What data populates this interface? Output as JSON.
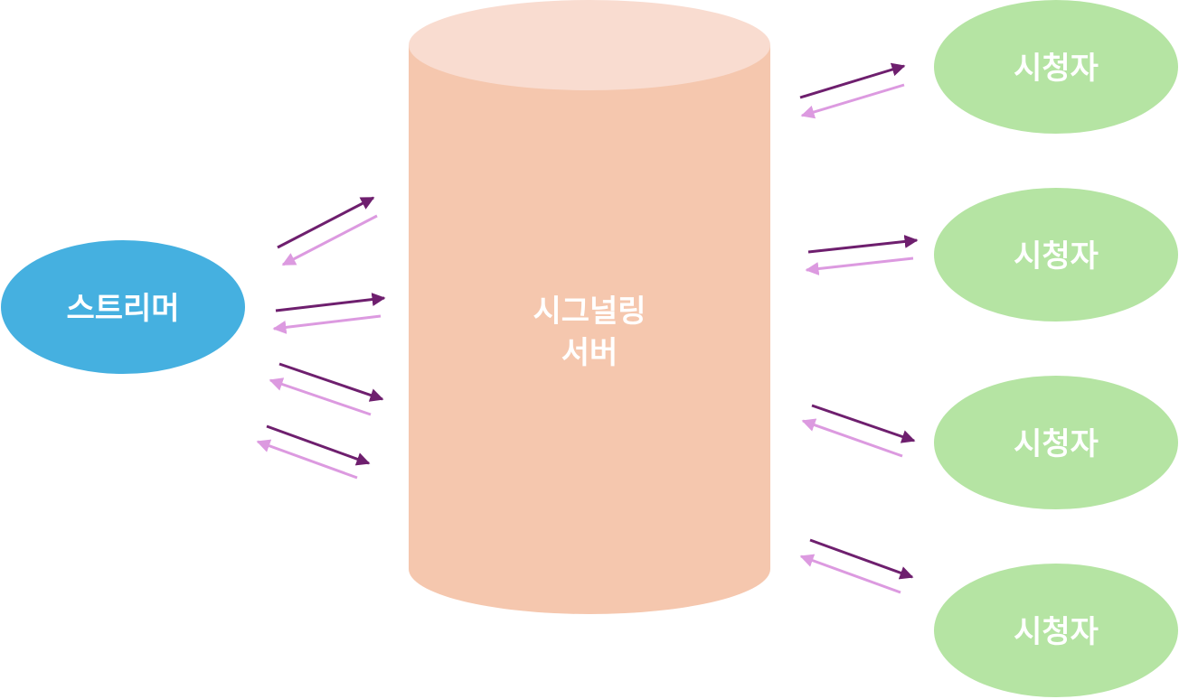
{
  "colors": {
    "streamer": "#45b0e0",
    "server_body": "#f5c7ae",
    "server_top": "#f9dcd0",
    "viewer": "#b5e4a3",
    "arrow_out": "#6e1f6e",
    "arrow_in": "#dc9ae0",
    "label": "#ffffff"
  },
  "streamer": {
    "label": "스트리머",
    "icon": "ellipse-node"
  },
  "server": {
    "label_line1": "시그널링",
    "label_line2": "서버",
    "icon": "cylinder-node"
  },
  "viewers": [
    {
      "label": "시청자"
    },
    {
      "label": "시청자"
    },
    {
      "label": "시청자"
    },
    {
      "label": "시청자"
    }
  ],
  "connections": {
    "streamer_to_server": 4,
    "server_to_viewers": 4
  }
}
